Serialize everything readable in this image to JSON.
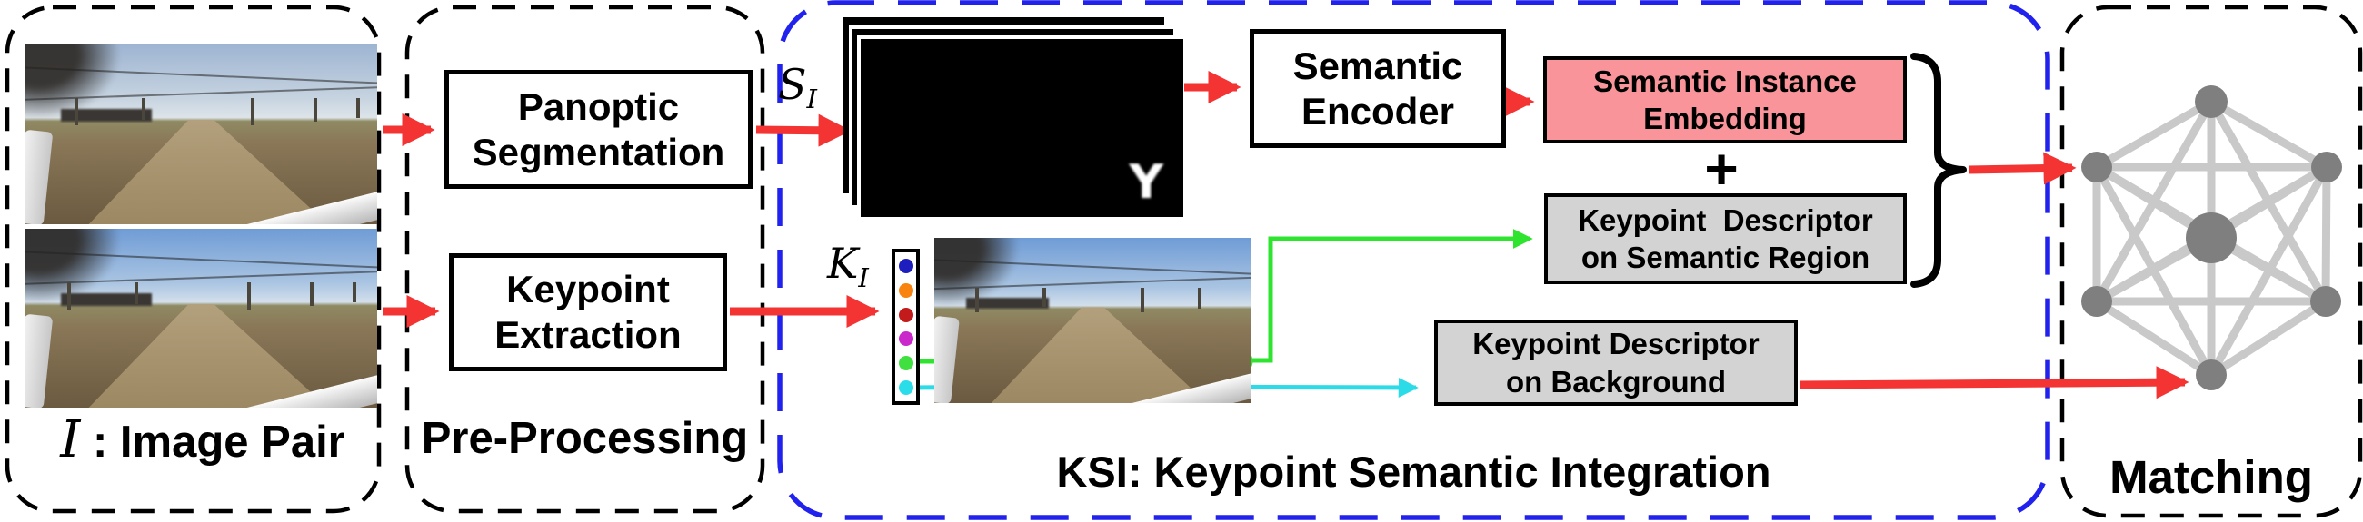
{
  "colors": {
    "red": "#f43333",
    "green": "#2ee42e",
    "cyan": "#2bdce8",
    "blue_border": "#2222ee",
    "pink": "#f9949a",
    "gray": "#d3d3d3",
    "node": "#7f7f7f",
    "edge": "#c9c9c9"
  },
  "keypoint_colors": [
    "#1e1ebe",
    "#f8830f",
    "#c31b1b",
    "#cb28cb",
    "#3fe040",
    "#2bdde9"
  ],
  "image_pair": {
    "math_symbol": "I",
    "caption_rest": " : Image Pair"
  },
  "pre_processing": {
    "caption": "Pre-Processing",
    "panoptic": [
      "Panoptic",
      "Segmentation"
    ],
    "keypoint": [
      "Keypoint",
      "Extraction"
    ]
  },
  "ksi": {
    "caption": "KSI: Keypoint Semantic Integration",
    "s_symbol": "S",
    "s_sub": "I",
    "k_symbol": "K",
    "k_sub": "I",
    "mask_glyph": "Y",
    "encoder": [
      "Semantic",
      "Encoder"
    ],
    "embedding": [
      "Semantic Instance",
      "Embedding"
    ],
    "plus": "+",
    "kd_semantic": [
      "Keypoint  Descriptor",
      "on Semantic Region"
    ],
    "kd_background": [
      "Keypoint Descriptor",
      "on Background"
    ]
  },
  "matching": {
    "caption": "Matching"
  }
}
